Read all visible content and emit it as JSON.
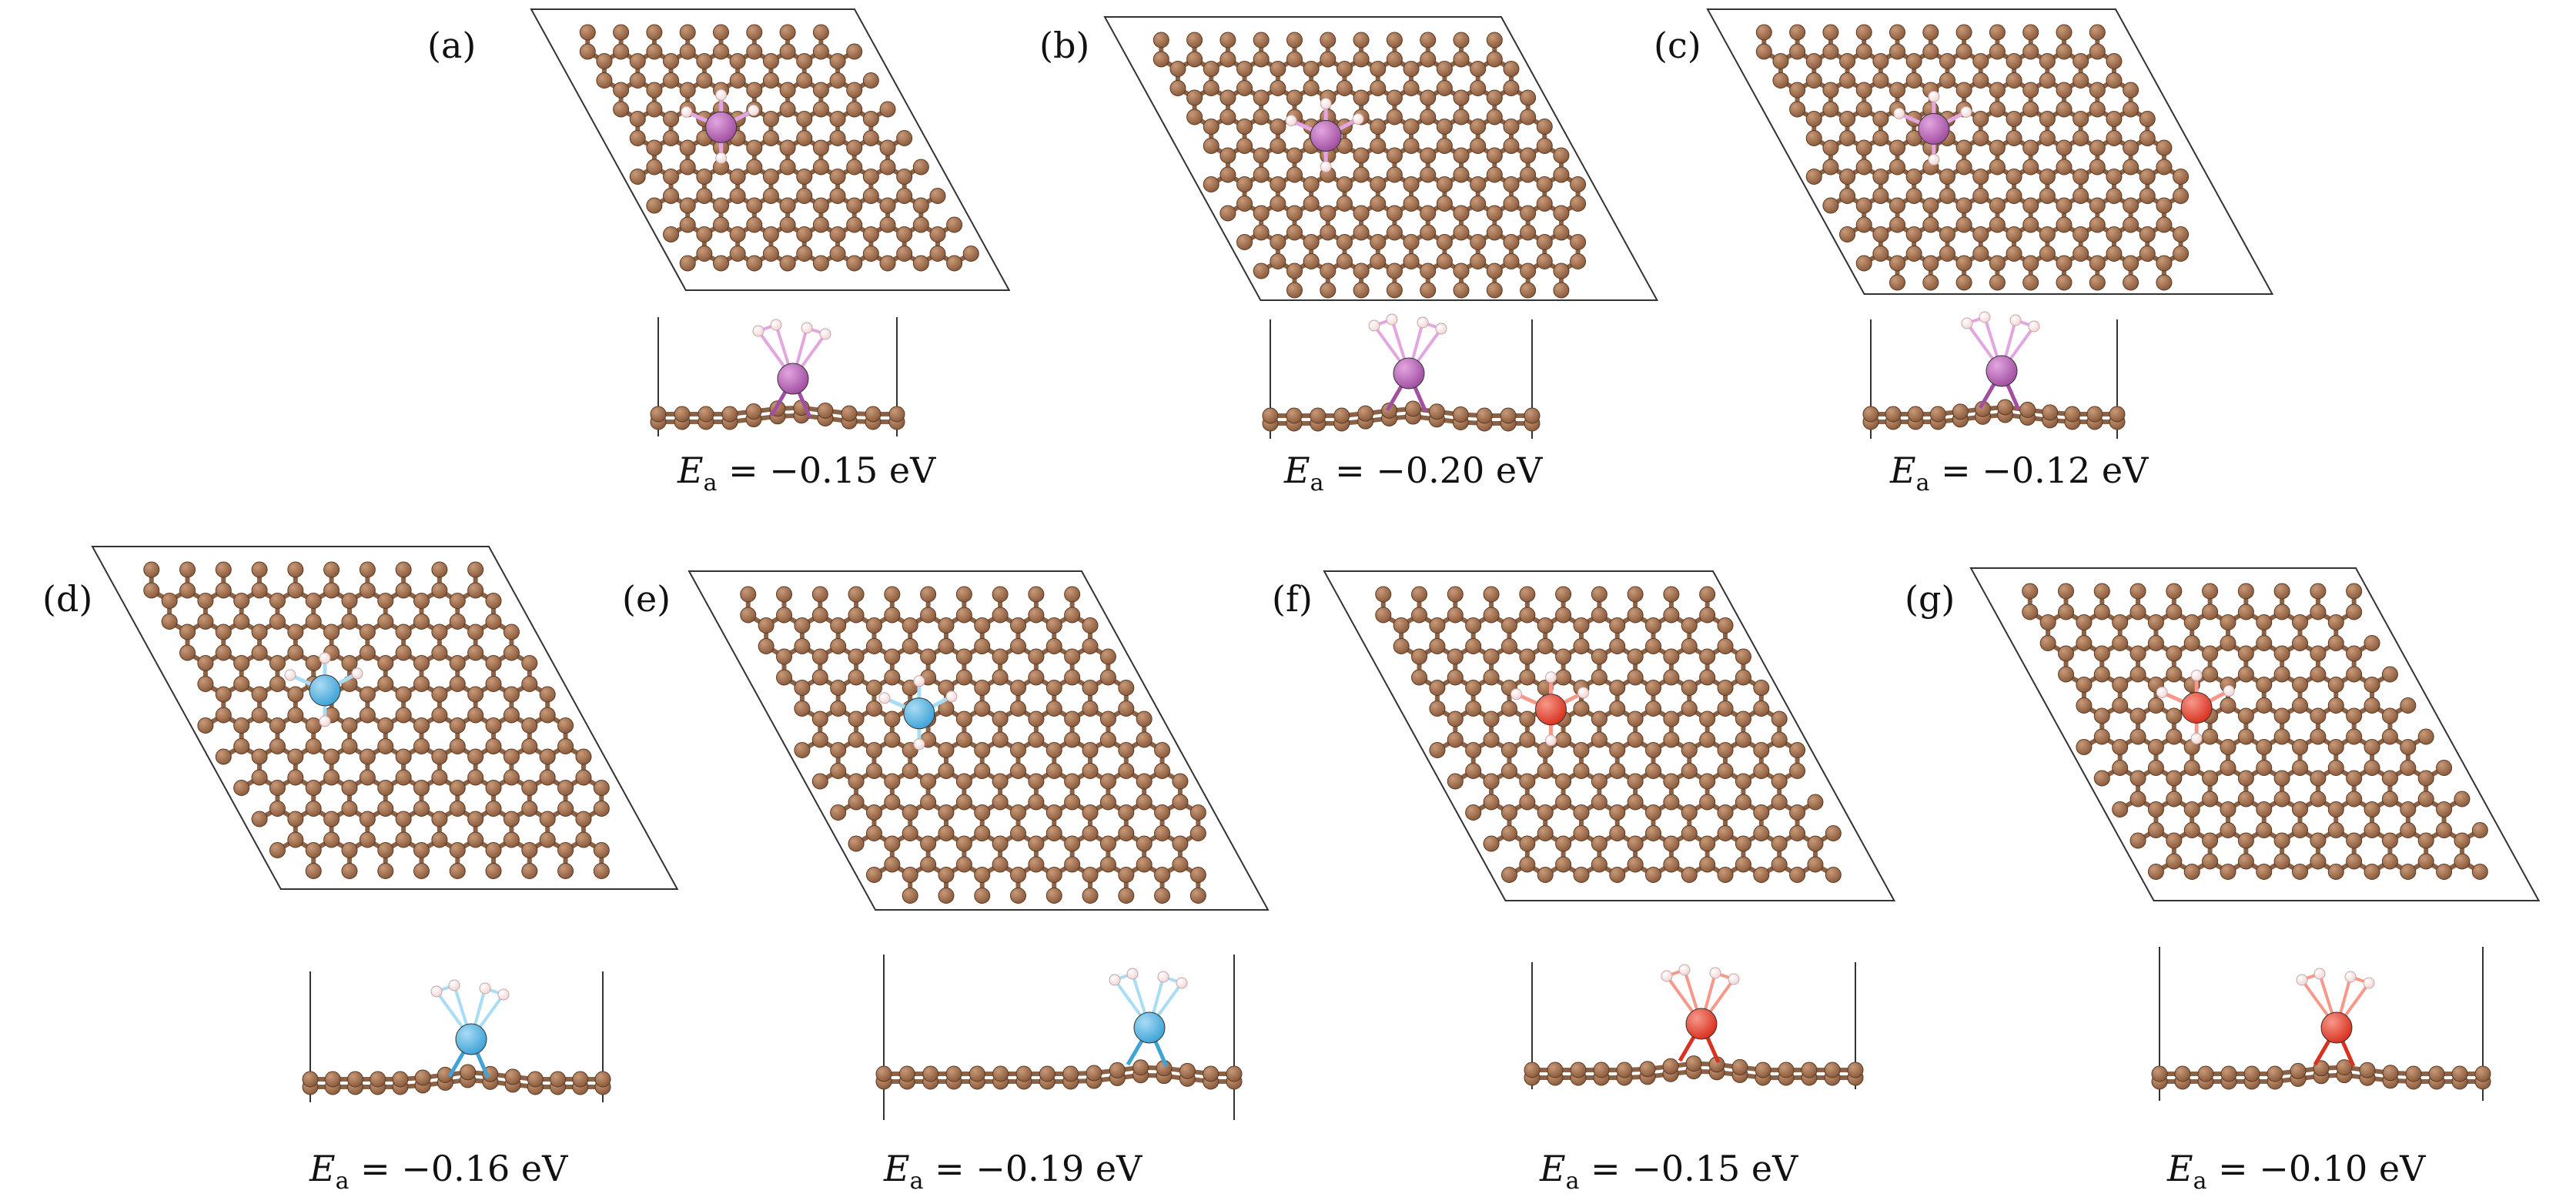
{
  "colors": {
    "carbon": "#8a5a3c",
    "carbon_light": "#c99a78",
    "bond": "#8a6248",
    "hydrogen": "#f2d6d6",
    "cell_line": "#333333"
  },
  "panels": [
    {
      "id": "a",
      "label": "(a)",
      "metal_color": "#a14fa0",
      "metal_light": "#e3a6e0",
      "energy_symbol": "E",
      "energy_sub": "a",
      "energy_value": "= −0.15 eV"
    },
    {
      "id": "b",
      "label": "(b)",
      "metal_color": "#a14fa0",
      "metal_light": "#e3a6e0",
      "energy_symbol": "E",
      "energy_sub": "a",
      "energy_value": "= −0.20 eV"
    },
    {
      "id": "c",
      "label": "(c)",
      "metal_color": "#a14fa0",
      "metal_light": "#e3a6e0",
      "energy_symbol": "E",
      "energy_sub": "a",
      "energy_value": "= −0.12 eV"
    },
    {
      "id": "d",
      "label": "(d)",
      "metal_color": "#3fa3d6",
      "metal_light": "#a9dcf5",
      "energy_symbol": "E",
      "energy_sub": "a",
      "energy_value": "= −0.16 eV"
    },
    {
      "id": "e",
      "label": "(e)",
      "metal_color": "#3fa3d6",
      "metal_light": "#a9dcf5",
      "energy_symbol": "E",
      "energy_sub": "a",
      "energy_value": "= −0.19 eV"
    },
    {
      "id": "f",
      "label": "(f)",
      "metal_color": "#d8321f",
      "metal_light": "#f7988a",
      "energy_symbol": "E",
      "energy_sub": "a",
      "energy_value": "= −0.15 eV"
    },
    {
      "id": "g",
      "label": "(g)",
      "metal_color": "#d8321f",
      "metal_light": "#f7988a",
      "energy_symbol": "E",
      "energy_sub": "a",
      "energy_value": "= −0.10 eV"
    }
  ]
}
